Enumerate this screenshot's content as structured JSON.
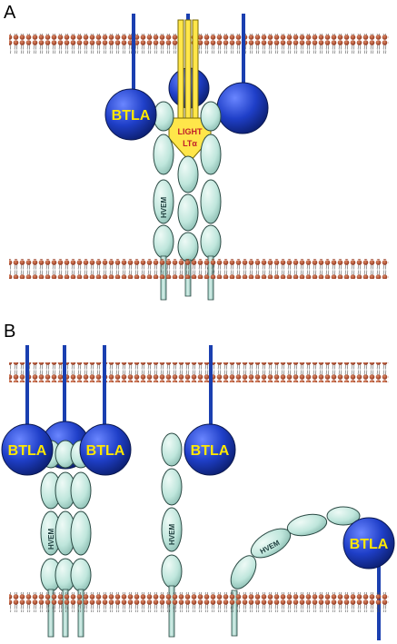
{
  "panels": {
    "a": {
      "label": "A"
    },
    "b": {
      "label": "B"
    }
  },
  "labels": {
    "btla": "BTLA",
    "hvem": "HVEM",
    "light": "LIGHT",
    "lta": "LTα"
  },
  "colors": {
    "btla_fill": "#1f3fc8",
    "btla_text": "#ffe800",
    "hvem_fill": "#bfe6dc",
    "hvem_stroke": "#2b4a44",
    "light_fill": "#ffe64a",
    "light_text": "#c0202a",
    "lipid_head": "#b5472a",
    "stalk": "#1a3fb0"
  },
  "icons": [
    "lipid-bilayer",
    "btla-receptor",
    "hvem-domain",
    "light-ltalpha-trimer"
  ]
}
